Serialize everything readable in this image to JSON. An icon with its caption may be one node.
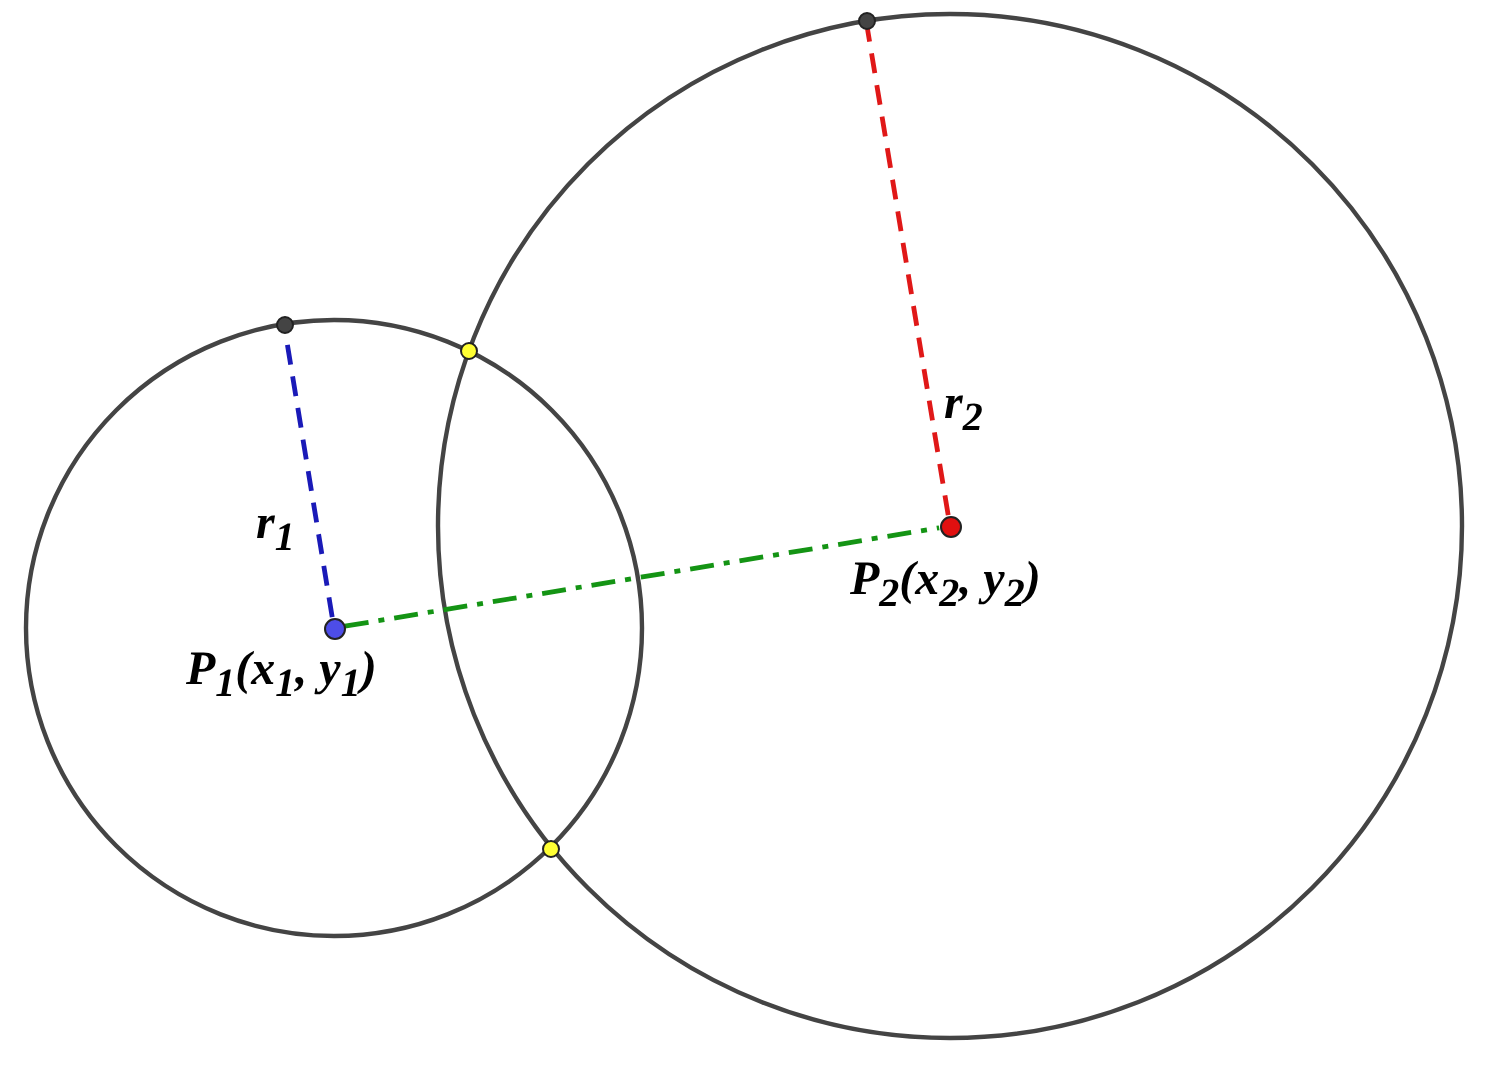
{
  "diagram": {
    "nodes": [
      {
        "text": [],
        "shape": "circle"
      },
      {
        "text": [],
        "shape": "circle"
      },
      {
        "text": [],
        "shape": "circle"
      },
      {
        "text": [],
        "shape": "circle",
        "beside": [
          "P$_{2}$(x$_{2}$, y$_{2}$)"
        ]
      },
      {
        "text": [],
        "shape": "circle",
        "beside": [
          "P$_{1}$(x$_{1}$, y$_{1}$)"
        ]
      },
      {
        "text": [],
        "shape": "circle"
      }
    ],
    "edges": [
      {
        "from": 4,
        "to": 1,
        "arrow": "none",
        "style": "dashed",
        "color": "#1a1ab8"
      },
      {
        "from": 3,
        "to": 0,
        "arrow": "none",
        "style": "dashed",
        "color": "#e01818"
      },
      {
        "from": 4,
        "to": 3,
        "arrow": "none",
        "style": "dashed",
        "color": "#149414"
      }
    ],
    "labels": [
      "r$_{2}$",
      "r$_{1}$"
    ]
  }
}
